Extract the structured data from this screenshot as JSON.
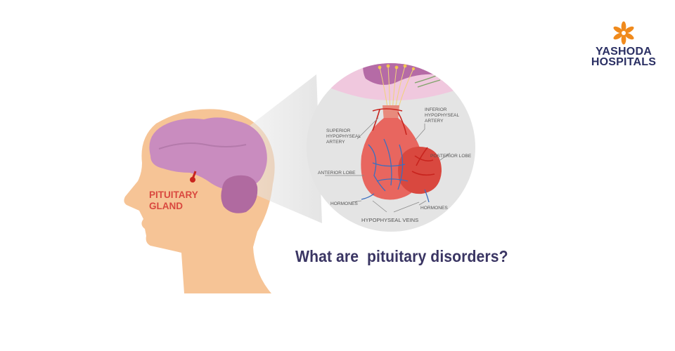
{
  "brand": {
    "name_line1": "YASHODA",
    "name_line2": "HOSPITALS",
    "flower_color": "#f08a1c"
  },
  "headline": "What are  pituitary disorders?",
  "diagram": {
    "head_label_line1": "PITUITARY",
    "head_label_line2": "GLAND",
    "labels": {
      "superior_1": "SUPERIOR",
      "superior_2": "HYPOPHYSEAL",
      "superior_3": "ARTERY",
      "inferior_1": "INFERIOR",
      "inferior_2": "HYPOPHYSEAL",
      "inferior_3": "ARTERY",
      "anterior": "ANTERIOR LOBE",
      "posterior": "POSTERIOR LOBE",
      "hormones_left": "HORMONES",
      "hormones_right": "HORMONES",
      "veins": "HYPOPHYSEAL VEINS"
    }
  },
  "colors": {
    "skin": "#f6c496",
    "brain": "#c98cbf",
    "cerebellum": "#b06aa0",
    "gland": "#e8665f",
    "artery": "#c8241e",
    "vein": "#3b6fc0",
    "label_red": "#d9483f",
    "circle_bg": "#e4e4e4",
    "headline": "#3a3563"
  }
}
